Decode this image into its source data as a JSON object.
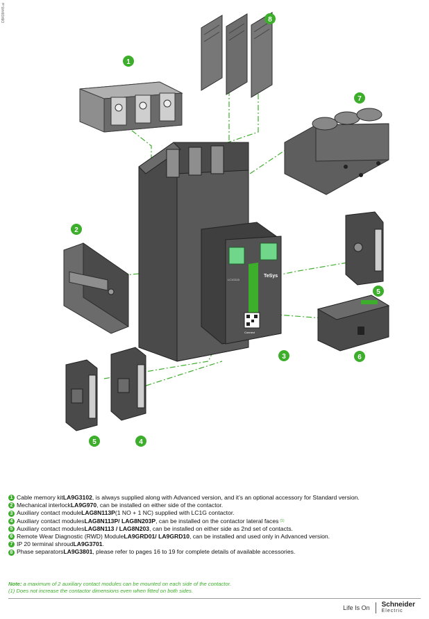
{
  "doc_id": "DB438445.ai",
  "callouts": [
    "1",
    "2",
    "3",
    "4",
    "5",
    "6",
    "7",
    "8"
  ],
  "product": {
    "brand_label": "TeSys",
    "model_label": "LC1G115",
    "qr_label": "Connect"
  },
  "legend": [
    {
      "num": "1",
      "pre": "Cable memory kit ",
      "ref": "LA9G3102",
      "post": ", is always supplied along with Advanced version, and it’s an optional accessory for Standard version."
    },
    {
      "num": "2",
      "pre": "Mechanical interlock ",
      "ref": "LA9G970",
      "post": ", can be installed on either side of the contactor."
    },
    {
      "num": "3",
      "pre": "Auxiliary contact module ",
      "ref": "LAG8N113P",
      "post": " (1 NO + 1 NC) supplied with LC1G contactor."
    },
    {
      "num": "4",
      "pre": "Auxiliary contact modules ",
      "ref": "LAG8N113P/ LAG8N203P",
      "post": ", can be installed on the contactor lateral faces",
      "sup": "(1)"
    },
    {
      "num": "5",
      "pre": "Auxiliary contact modules ",
      "ref": "LAG8N113 / LAG8N203",
      "post": ", can be installed on either side as 2nd set of contacts."
    },
    {
      "num": "6",
      "pre": "Remote Wear Diagnostic (RWD) Module ",
      "ref": "LA9GRD01/ LA9GRD10",
      "post": ", can be installed and used only in Advanced version."
    },
    {
      "num": "7",
      "pre": "IP 20 terminal shroud ",
      "ref": "LA9G3701",
      "post": "."
    },
    {
      "num": "8",
      "pre": "Phase separators ",
      "ref": "LA9G3801",
      "post": ", please refer to pages 16 to 19 for complete details of available accessories."
    }
  ],
  "notes": {
    "note_label": "Note:",
    "note_text": " a maximum of 2 auxiliary contact modules can be mounted on each side of the contactor.",
    "footnote": "(1) Does not increase the contactor dimensions even when fitted on both sides."
  },
  "footer": {
    "tagline": "Life Is On",
    "brand": "Schneider",
    "brand_sub": "Electric"
  },
  "colors": {
    "accent": "#3dae2b",
    "body_dark": "#4a4a4a",
    "body_mid": "#6b6b6b",
    "body_light": "#8e8e8e"
  }
}
